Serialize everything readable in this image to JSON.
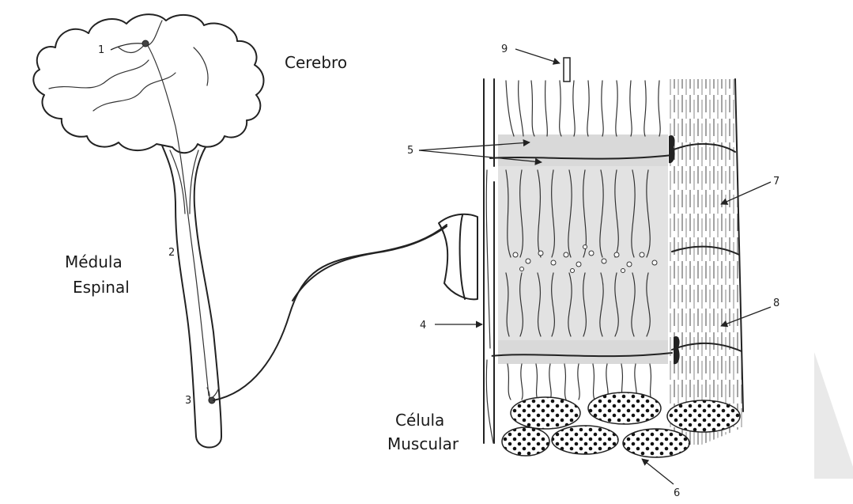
{
  "labels": {
    "brain": "Cerebro",
    "spinal_cord_line1": "Médula",
    "spinal_cord_line2": "Espinal",
    "muscle_cell_line1": "Célula",
    "muscle_cell_line2": "Muscular"
  },
  "callouts": {
    "n1": "1",
    "n2": "2",
    "n3": "3",
    "n4": "4",
    "n5": "5",
    "n6": "6",
    "n7": "7",
    "n8": "8",
    "n9": "9"
  },
  "colors": {
    "ink": "#222222",
    "sarcoplasm": "#d9d9d9",
    "decor_triangle": "#e9e9e9"
  }
}
